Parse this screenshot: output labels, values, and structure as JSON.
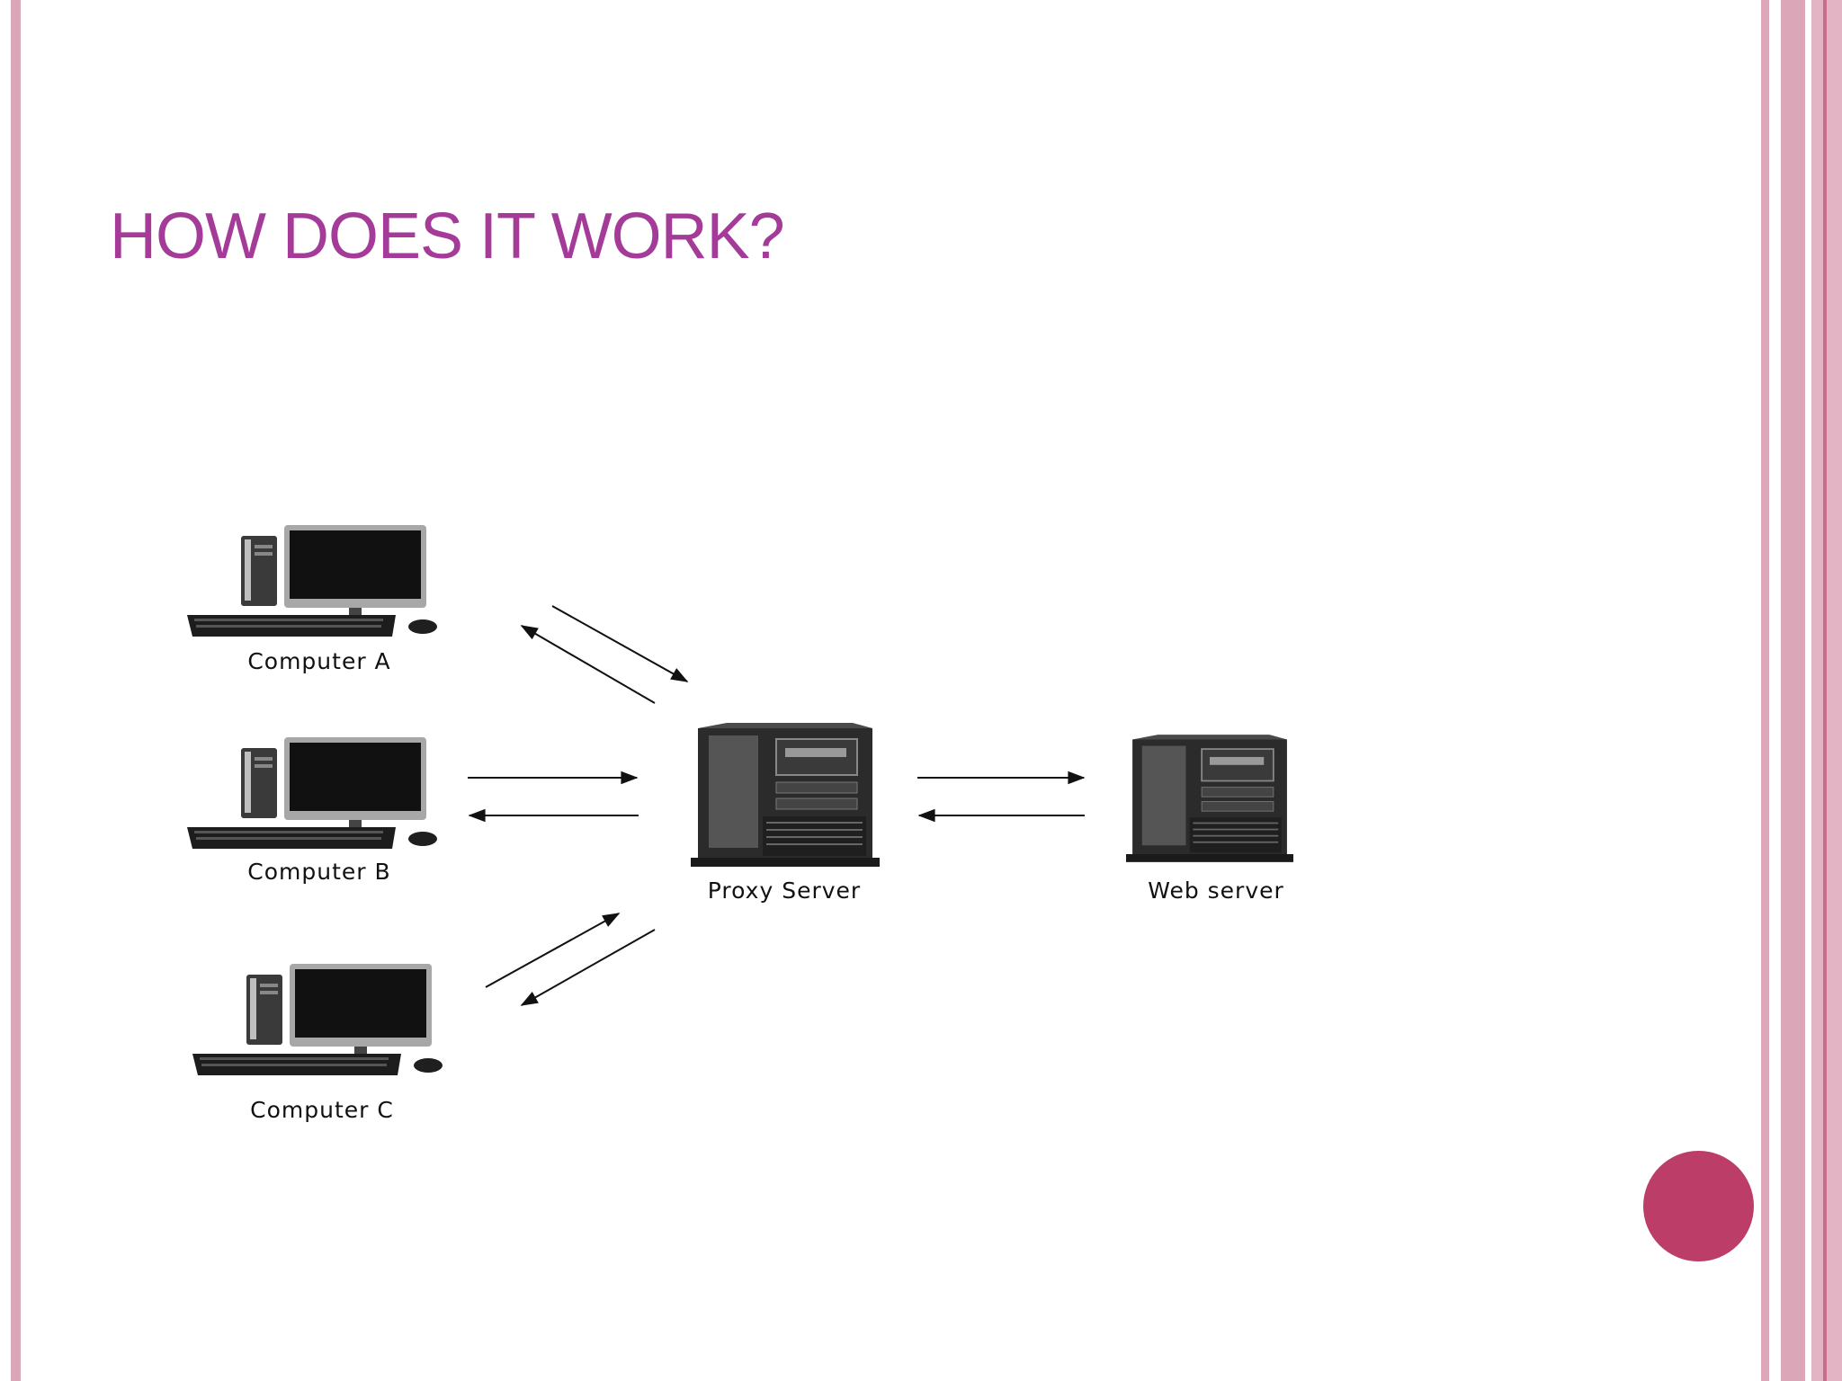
{
  "slide": {
    "title": "HOW DOES IT WORK?"
  },
  "diagram": {
    "nodes": [
      {
        "id": "computer-a",
        "label": "Computer A",
        "icon": "desktop-computer-icon"
      },
      {
        "id": "computer-b",
        "label": "Computer B",
        "icon": "desktop-computer-icon"
      },
      {
        "id": "computer-c",
        "label": "Computer C",
        "icon": "desktop-computer-icon"
      },
      {
        "id": "proxy-server",
        "label": "Proxy Server",
        "icon": "server-tower-icon"
      },
      {
        "id": "web-server",
        "label": "Web server",
        "icon": "server-tower-icon"
      }
    ],
    "edges": [
      {
        "from": "computer-a",
        "to": "proxy-server",
        "bidirectional": true
      },
      {
        "from": "computer-b",
        "to": "proxy-server",
        "bidirectional": true
      },
      {
        "from": "computer-c",
        "to": "proxy-server",
        "bidirectional": true
      },
      {
        "from": "proxy-server",
        "to": "web-server",
        "bidirectional": true
      }
    ]
  },
  "theme": {
    "title_color": "#a43b98",
    "border_color": "#d9a7b8",
    "dot_color": "#bc3d68"
  }
}
